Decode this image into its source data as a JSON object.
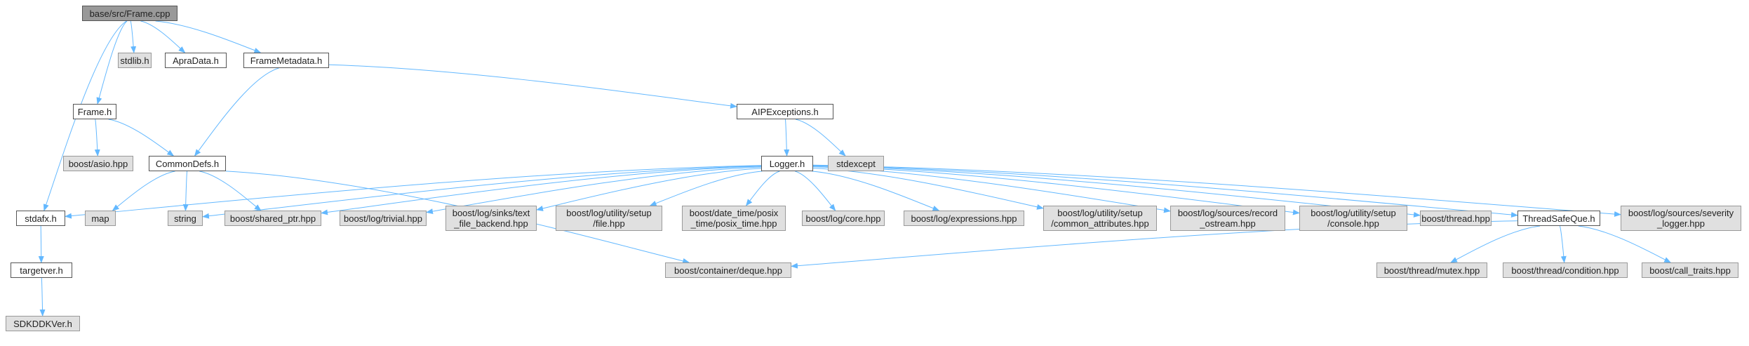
{
  "graph": {
    "title": "base/src/Frame.cpp",
    "colors": {
      "edge": "#63b8ff",
      "root_fill": "#999999",
      "ext_fill": "#e0e0e0",
      "local_fill": "#ffffff",
      "border": "#555555"
    },
    "nodes": [
      {
        "id": "frame_cpp",
        "label": "base/src/Frame.cpp",
        "kind": "root"
      },
      {
        "id": "stdlib_h",
        "label": "stdlib.h",
        "kind": "ext"
      },
      {
        "id": "apradata_h",
        "label": "ApraData.h",
        "kind": "local"
      },
      {
        "id": "framemetadata_h",
        "label": "FrameMetadata.h",
        "kind": "local"
      },
      {
        "id": "frame_h",
        "label": "Frame.h",
        "kind": "local"
      },
      {
        "id": "aipexceptions_h",
        "label": "AIPExceptions.h",
        "kind": "local"
      },
      {
        "id": "boost_asio",
        "label": "boost/asio.hpp",
        "kind": "ext"
      },
      {
        "id": "commondefs_h",
        "label": "CommonDefs.h",
        "kind": "local"
      },
      {
        "id": "logger_h",
        "label": "Logger.h",
        "kind": "local"
      },
      {
        "id": "stdexcept",
        "label": "stdexcept",
        "kind": "ext"
      },
      {
        "id": "stdafx_h",
        "label": "stdafx.h",
        "kind": "local"
      },
      {
        "id": "map",
        "label": "map",
        "kind": "ext"
      },
      {
        "id": "string",
        "label": "string",
        "kind": "ext"
      },
      {
        "id": "shared_ptr",
        "label": "boost/shared_ptr.hpp",
        "kind": "ext"
      },
      {
        "id": "log_trivial",
        "label": "boost/log/trivial.hpp",
        "kind": "ext"
      },
      {
        "id": "text_file_backend",
        "label": "boost/log/sinks/text\n_file_backend.hpp",
        "kind": "ext"
      },
      {
        "id": "setup_file",
        "label": "boost/log/utility/setup\n/file.hpp",
        "kind": "ext"
      },
      {
        "id": "posix_time",
        "label": "boost/date_time/posix\n_time/posix_time.hpp",
        "kind": "ext"
      },
      {
        "id": "log_core",
        "label": "boost/log/core.hpp",
        "kind": "ext"
      },
      {
        "id": "log_expressions",
        "label": "boost/log/expressions.hpp",
        "kind": "ext"
      },
      {
        "id": "common_attributes",
        "label": "boost/log/utility/setup\n/common_attributes.hpp",
        "kind": "ext"
      },
      {
        "id": "record_ostream",
        "label": "boost/log/sources/record\n_ostream.hpp",
        "kind": "ext"
      },
      {
        "id": "setup_console",
        "label": "boost/log/utility/setup\n/console.hpp",
        "kind": "ext"
      },
      {
        "id": "boost_thread",
        "label": "boost/thread.hpp",
        "kind": "ext"
      },
      {
        "id": "threadsafeque_h",
        "label": "ThreadSafeQue.h",
        "kind": "local"
      },
      {
        "id": "severity_logger",
        "label": "boost/log/sources/severity\n_logger.hpp",
        "kind": "ext"
      },
      {
        "id": "targetver_h",
        "label": "targetver.h",
        "kind": "local"
      },
      {
        "id": "container_deque",
        "label": "boost/container/deque.hpp",
        "kind": "ext"
      },
      {
        "id": "thread_mutex",
        "label": "boost/thread/mutex.hpp",
        "kind": "ext"
      },
      {
        "id": "thread_condition",
        "label": "boost/thread/condition.hpp",
        "kind": "ext"
      },
      {
        "id": "call_traits",
        "label": "boost/call_traits.hpp",
        "kind": "ext"
      },
      {
        "id": "sdkddkver_h",
        "label": "SDKDDKVer.h",
        "kind": "ext"
      }
    ],
    "edges": [
      [
        "frame_cpp",
        "stdlib_h"
      ],
      [
        "frame_cpp",
        "apradata_h"
      ],
      [
        "frame_cpp",
        "framemetadata_h"
      ],
      [
        "frame_cpp",
        "frame_h"
      ],
      [
        "frame_cpp",
        "stdafx_h"
      ],
      [
        "framemetadata_h",
        "commondefs_h"
      ],
      [
        "framemetadata_h",
        "aipexceptions_h"
      ],
      [
        "frame_h",
        "boost_asio"
      ],
      [
        "frame_h",
        "commondefs_h"
      ],
      [
        "aipexceptions_h",
        "logger_h"
      ],
      [
        "aipexceptions_h",
        "stdexcept"
      ],
      [
        "commondefs_h",
        "map"
      ],
      [
        "commondefs_h",
        "string"
      ],
      [
        "commondefs_h",
        "shared_ptr"
      ],
      [
        "commondefs_h",
        "container_deque"
      ],
      [
        "logger_h",
        "stdafx_h"
      ],
      [
        "logger_h",
        "string"
      ],
      [
        "logger_h",
        "shared_ptr"
      ],
      [
        "logger_h",
        "log_trivial"
      ],
      [
        "logger_h",
        "text_file_backend"
      ],
      [
        "logger_h",
        "setup_file"
      ],
      [
        "logger_h",
        "posix_time"
      ],
      [
        "logger_h",
        "log_core"
      ],
      [
        "logger_h",
        "log_expressions"
      ],
      [
        "logger_h",
        "common_attributes"
      ],
      [
        "logger_h",
        "record_ostream"
      ],
      [
        "logger_h",
        "setup_console"
      ],
      [
        "logger_h",
        "boost_thread"
      ],
      [
        "logger_h",
        "threadsafeque_h"
      ],
      [
        "logger_h",
        "severity_logger"
      ],
      [
        "threadsafeque_h",
        "container_deque"
      ],
      [
        "threadsafeque_h",
        "thread_mutex"
      ],
      [
        "threadsafeque_h",
        "thread_condition"
      ],
      [
        "threadsafeque_h",
        "call_traits"
      ],
      [
        "stdafx_h",
        "targetver_h"
      ],
      [
        "targetver_h",
        "sdkddkver_h"
      ]
    ]
  }
}
